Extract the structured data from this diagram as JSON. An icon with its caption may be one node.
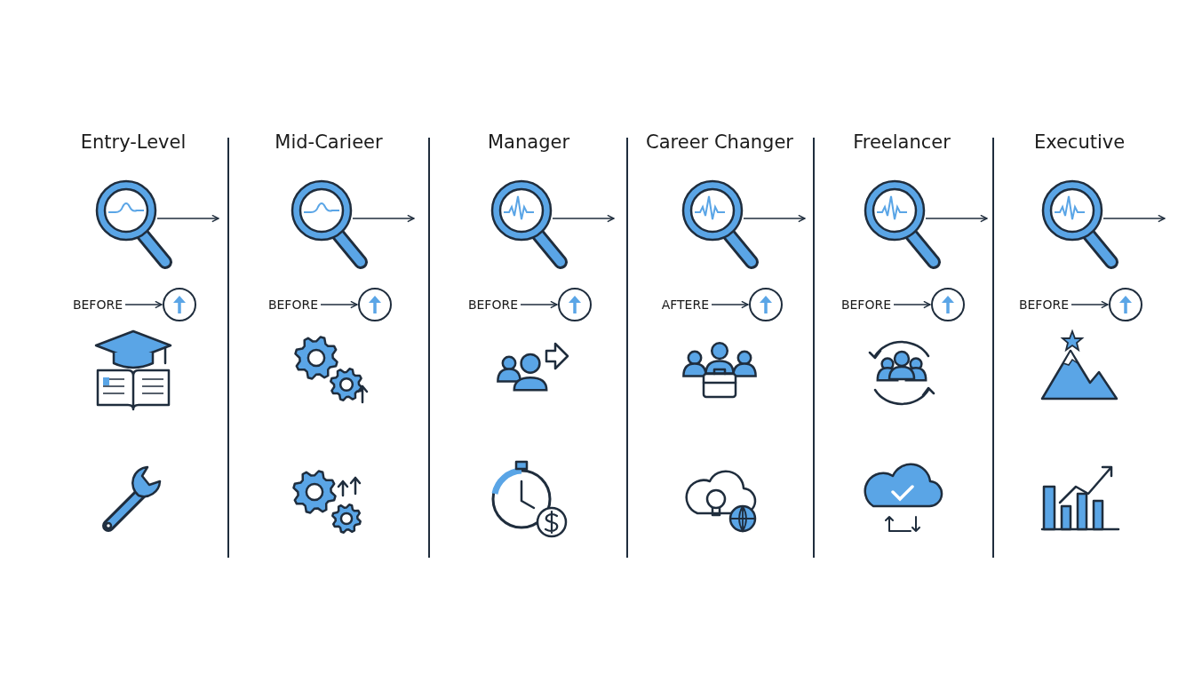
{
  "diagram": {
    "nodes": [
      {
        "text": [],
        "shape": "picture"
      },
      {
        "text": [
          "BEFORE"
        ]
      },
      {
        "text": [],
        "shape": "circle"
      },
      {
        "text": [],
        "shape": "picture"
      },
      {
        "text": [
          "BEFORE"
        ]
      },
      {
        "text": [],
        "shape": "circle"
      },
      {
        "text": [],
        "shape": "picture"
      },
      {
        "text": [
          "BEFORE"
        ]
      },
      {
        "text": [],
        "shape": "circle"
      },
      {
        "text": [],
        "shape": "picture"
      },
      {
        "text": [
          "AFTERE"
        ]
      },
      {
        "text": [],
        "shape": "circle"
      },
      {
        "text": [],
        "shape": "picture"
      },
      {
        "text": [
          "BEFORE"
        ]
      },
      {
        "text": [],
        "shape": "circle"
      },
      {
        "text": [],
        "shape": "picture"
      },
      {
        "text": [
          "BEFORE"
        ]
      },
      {
        "text": [],
        "shape": "circle"
      }
    ],
    "edges": [
      {
        "from": 0,
        "to": null,
        "arrow": "to"
      },
      {
        "from": 1,
        "to": 2,
        "arrow": "to"
      },
      {
        "from": 3,
        "to": null,
        "arrow": "to"
      },
      {
        "from": 4,
        "to": 5,
        "arrow": "to"
      },
      {
        "from": 6,
        "to": null,
        "arrow": "to"
      },
      {
        "from": 7,
        "to": 8,
        "arrow": "to"
      },
      {
        "from": 9,
        "to": null,
        "arrow": "to"
      },
      {
        "from": 10,
        "to": 11,
        "arrow": "to"
      },
      {
        "from": 12,
        "to": null,
        "arrow": "to"
      },
      {
        "from": 13,
        "to": 14,
        "arrow": "to"
      },
      {
        "from": 15,
        "to": null,
        "arrow": "to"
      },
      {
        "from": 16,
        "to": 17,
        "arrow": "to"
      }
    ],
    "labels": [
      "Entry-Level",
      "Mid-Carieer",
      "Manager",
      "Career Changer",
      "Freelancer",
      "Executive"
    ]
  }
}
